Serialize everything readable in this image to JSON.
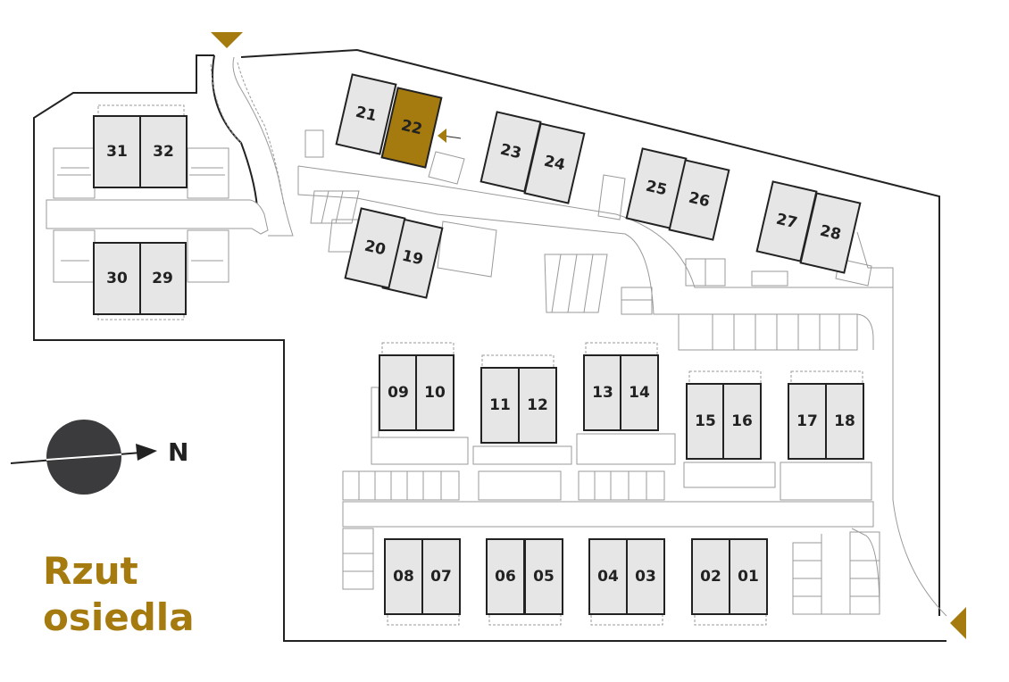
{
  "map": {
    "title_line1": "Rzut",
    "title_line2": "osiedla",
    "compass_label": "N",
    "accent_color": "#a57a0e",
    "house_color": "#e6e6e6",
    "selected_unit": "22",
    "units": [
      "01",
      "02",
      "03",
      "04",
      "05",
      "06",
      "07",
      "08",
      "09",
      "10",
      "11",
      "12",
      "13",
      "14",
      "15",
      "16",
      "17",
      "18",
      "19",
      "20",
      "21",
      "22",
      "23",
      "24",
      "25",
      "26",
      "27",
      "28",
      "29",
      "30",
      "31",
      "32"
    ],
    "entrance_markers": [
      "north-entrance-arrow",
      "south-entrance-arrow"
    ]
  }
}
